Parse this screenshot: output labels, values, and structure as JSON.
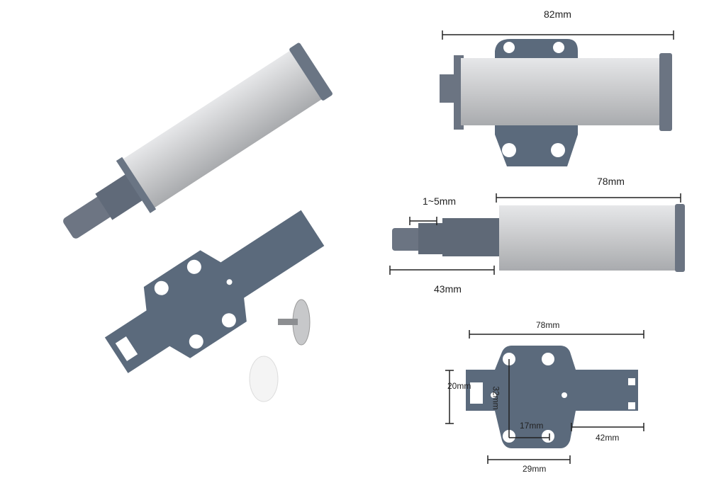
{
  "colors": {
    "metal": "#c9cacc",
    "plastic": "#5b6a7c",
    "line": "#222222"
  },
  "top_view": {
    "length_label": "82mm"
  },
  "side_view": {
    "body_label": "78mm",
    "stroke_label": "1~5mm",
    "plunger_label": "43mm"
  },
  "plate_view": {
    "length_label": "78mm",
    "height_label": "20mm",
    "hole_vertical_label": "32mm",
    "hole_horizontal_label": "17mm",
    "tail_label": "42mm",
    "width_label": "29mm"
  }
}
